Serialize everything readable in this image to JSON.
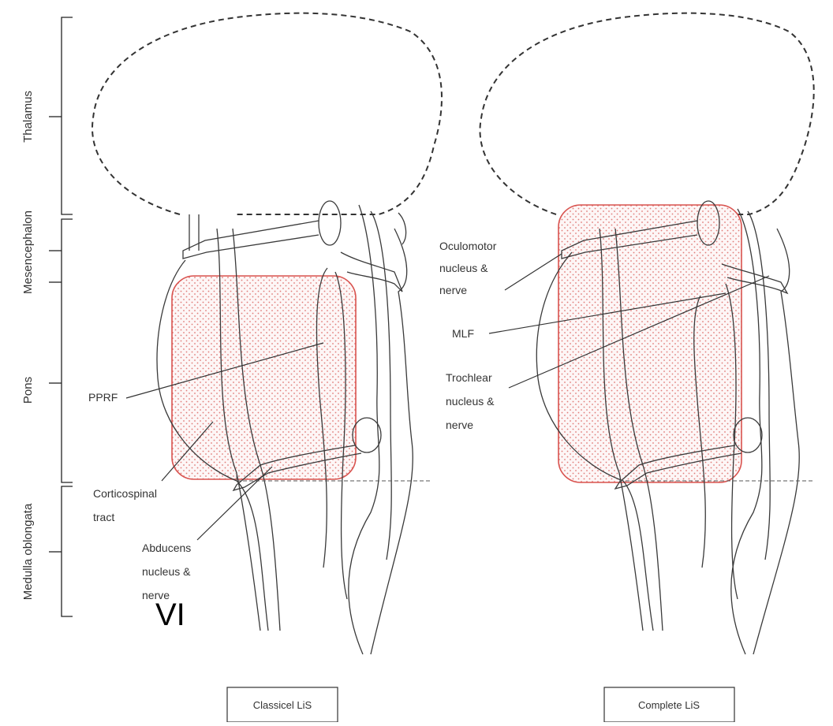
{
  "regions": {
    "thalamus": "Thalamus",
    "mesencephalon": "Mesencephalon",
    "pons": "Pons",
    "medulla": "Medulla oblongata"
  },
  "left_panel": {
    "caption": "Classicel LiS",
    "labels": {
      "pprf": "PPRF",
      "corticospinal_line1": "Corticospinal",
      "corticospinal_line2": "tract",
      "abducens_line1": "Abducens",
      "abducens_line2": "nucleus &",
      "abducens_line3": "nerve",
      "vi": "VI"
    }
  },
  "right_panel": {
    "caption": "Complete LiS",
    "labels": {
      "oculomotor_line1": "Oculomotor",
      "oculomotor_line2": "nucleus &",
      "oculomotor_line3": "nerve",
      "mlf": "MLF",
      "trochlear_line1": "Trochlear",
      "trochlear_line2": "nucleus &",
      "trochlear_line3": "nerve"
    }
  },
  "colors": {
    "lesion_border": "#d9534f",
    "lesion_dots": "#e07b78",
    "outline": "#3a3a3a"
  }
}
